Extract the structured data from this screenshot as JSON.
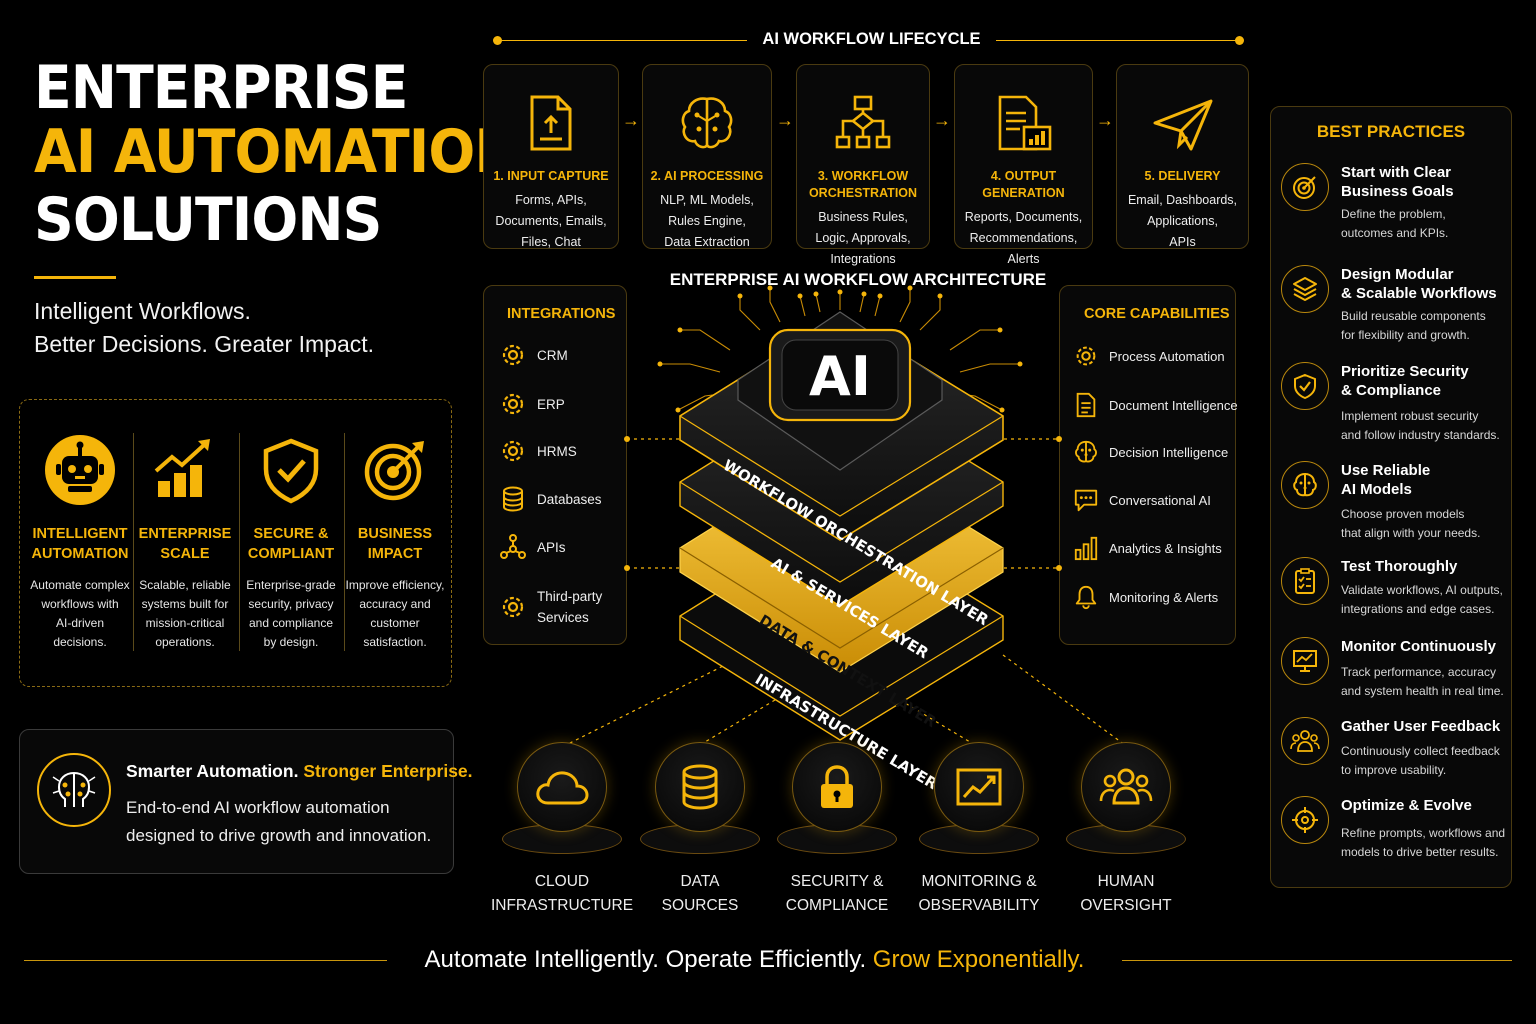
{
  "header": {
    "title_line1": "ENTERPRISE",
    "title_line2": "AI AUTOMATION",
    "title_line3": "SOLUTIONS",
    "tagline_line1": "Intelligent Workflows.",
    "tagline_line2": "Better Decisions. Greater Impact."
  },
  "features": [
    {
      "icon": "robot-icon",
      "title_1": "INTELLIGENT",
      "title_2": "AUTOMATION",
      "desc_1": "Automate complex",
      "desc_2": "workflows with",
      "desc_3": "AI-driven decisions.",
      "desc_4": ""
    },
    {
      "icon": "growth-chart-icon",
      "title_1": "ENTERPRISE",
      "title_2": "SCALE",
      "desc_1": "Scalable, reliable",
      "desc_2": "systems built for",
      "desc_3": "mission-critical",
      "desc_4": "operations."
    },
    {
      "icon": "shield-check-icon",
      "title_1": "SECURE &",
      "title_2": "COMPLIANT",
      "desc_1": "Enterprise-grade",
      "desc_2": "security, privacy",
      "desc_3": "and compliance",
      "desc_4": "by design."
    },
    {
      "icon": "target-icon",
      "title_1": "BUSINESS",
      "title_2": "IMPACT",
      "desc_1": "Improve efficiency,",
      "desc_2": "accuracy and",
      "desc_3": "customer",
      "desc_4": "satisfaction."
    }
  ],
  "promo": {
    "lead_white": "Smarter Automation.",
    "lead_yellow": "Stronger Enterprise.",
    "line_1": "End-to-end AI workflow automation",
    "line_2": "designed to drive growth and innovation."
  },
  "lifecycle": {
    "title": "AI WORKFLOW LIFECYCLE",
    "steps": [
      {
        "icon": "document-upload-icon",
        "title_1": "1. INPUT CAPTURE",
        "title_2": "",
        "desc_1": "Forms, APIs,",
        "desc_2": "Documents, Emails,",
        "desc_3": "Files, Chat"
      },
      {
        "icon": "brain-circuit-icon",
        "title_1": "2. AI PROCESSING",
        "title_2": "",
        "desc_1": "NLP, ML Models,",
        "desc_2": "Rules Engine,",
        "desc_3": "Data Extraction"
      },
      {
        "icon": "flowchart-icon",
        "title_1": "3. WORKFLOW",
        "title_2": "ORCHESTRATION",
        "desc_1": "Business Rules,",
        "desc_2": "Logic, Approvals,",
        "desc_3": "Integrations"
      },
      {
        "icon": "report-chart-icon",
        "title_1": "4. OUTPUT GENERATION",
        "title_2": "",
        "desc_1": "Reports, Documents,",
        "desc_2": "Recommendations,",
        "desc_3": "Alerts"
      },
      {
        "icon": "paper-plane-icon",
        "title_1": "5. DELIVERY",
        "title_2": "",
        "desc_1": "Email, Dashboards,",
        "desc_2": "Applications,",
        "desc_3": "APIs"
      }
    ]
  },
  "architecture": {
    "title": "ENTERPRISE AI WORKFLOW ARCHITECTURE",
    "chip_label": "AI",
    "layers": [
      "WORKFLOW ORCHESTRATION LAYER",
      "AI & SERVICES LAYER",
      "DATA & CONTEXT LAYER",
      "INFRASTRUCTURE LAYER"
    ]
  },
  "integrations": {
    "title": "INTEGRATIONS",
    "items": [
      {
        "icon": "gear-icon",
        "label_1": "CRM",
        "label_2": ""
      },
      {
        "icon": "gear-icon",
        "label_1": "ERP",
        "label_2": ""
      },
      {
        "icon": "gear-icon",
        "label_1": "HRMS",
        "label_2": ""
      },
      {
        "icon": "database-icon",
        "label_1": "Databases",
        "label_2": ""
      },
      {
        "icon": "network-icon",
        "label_1": "APIs",
        "label_2": ""
      },
      {
        "icon": "gear-icon",
        "label_1": "Third-party",
        "label_2": "Services"
      }
    ]
  },
  "capabilities": {
    "title": "CORE CAPABILITIES",
    "items": [
      {
        "icon": "gear-icon",
        "label": "Process Automation"
      },
      {
        "icon": "document-icon",
        "label": "Document Intelligence"
      },
      {
        "icon": "brain-icon",
        "label": "Decision Intelligence"
      },
      {
        "icon": "chat-bubble-icon",
        "label": "Conversational AI"
      },
      {
        "icon": "bar-chart-icon",
        "label": "Analytics & Insights"
      },
      {
        "icon": "bell-icon",
        "label": "Monitoring & Alerts"
      }
    ]
  },
  "foundations": [
    {
      "icon": "cloud-icon",
      "label_1": "CLOUD",
      "label_2": "INFRASTRUCTURE"
    },
    {
      "icon": "database-icon",
      "label_1": "DATA",
      "label_2": "SOURCES"
    },
    {
      "icon": "lock-icon",
      "label_1": "SECURITY &",
      "label_2": "COMPLIANCE"
    },
    {
      "icon": "trend-monitor-icon",
      "label_1": "MONITORING &",
      "label_2": "OBSERVABILITY"
    },
    {
      "icon": "people-icon",
      "label_1": "HUMAN",
      "label_2": "OVERSIGHT"
    }
  ],
  "best_practices": {
    "title": "BEST PRACTICES",
    "items": [
      {
        "icon": "target-icon",
        "title_1": "Start with Clear",
        "title_2": "Business Goals",
        "desc_1": "Define the problem,",
        "desc_2": "outcomes and KPIs."
      },
      {
        "icon": "layers-icon",
        "title_1": "Design Modular",
        "title_2": "& Scalable Workflows",
        "desc_1": "Build reusable components",
        "desc_2": "for flexibility and growth."
      },
      {
        "icon": "shield-check-icon",
        "title_1": "Prioritize Security",
        "title_2": "& Compliance",
        "desc_1": "Implement robust security",
        "desc_2": "and follow industry standards."
      },
      {
        "icon": "brain-icon",
        "title_1": "Use Reliable",
        "title_2": "AI Models",
        "desc_1": "Choose proven models",
        "desc_2": "that align with your needs."
      },
      {
        "icon": "checklist-icon",
        "title_1": "Test Thoroughly",
        "title_2": "",
        "desc_1": "Validate workflows, AI outputs,",
        "desc_2": "integrations and edge cases."
      },
      {
        "icon": "monitor-icon",
        "title_1": "Monitor Continuously",
        "title_2": "",
        "desc_1": "Track performance, accuracy",
        "desc_2": "and system health in real time."
      },
      {
        "icon": "people-icon",
        "title_1": "Gather User Feedback",
        "title_2": "",
        "desc_1": "Continuously collect feedback",
        "desc_2": "to improve usability."
      },
      {
        "icon": "refresh-target-icon",
        "title_1": "Optimize & Evolve",
        "title_2": "",
        "desc_1": "Refine prompts, workflows and",
        "desc_2": "models to drive better results."
      }
    ]
  },
  "footer": {
    "white": "Automate Intelligently. Operate Efficiently.",
    "yellow": "Grow Exponentially."
  },
  "colors": {
    "accent": "#f5b50a",
    "background": "#000000",
    "border": "#4a3a10"
  }
}
